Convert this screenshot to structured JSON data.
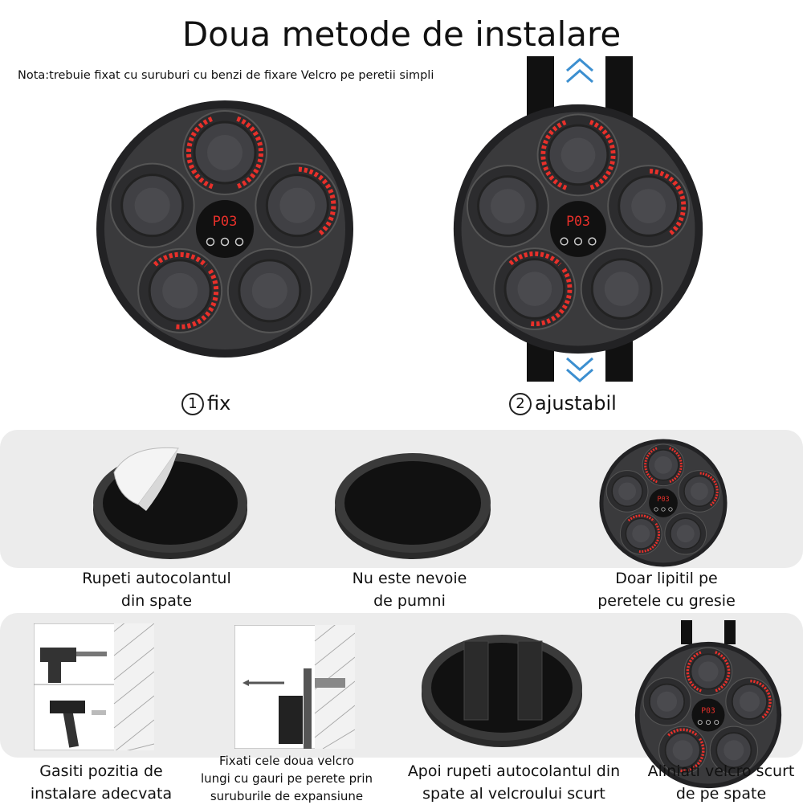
{
  "title": "Doua metode de instalare",
  "note": "Nota:trebuie fixat cu suruburi cu benzi de fixare  Velcro pe peretii simpli",
  "display_text": "P03",
  "methods": [
    {
      "number": "1",
      "label": "fix"
    },
    {
      "number": "2",
      "label": "ajustabil"
    }
  ],
  "row1": [
    {
      "line1": "Rupeti autocolantul",
      "line2": "din spate"
    },
    {
      "line1": "Nu este nevoie",
      "line2": "de pumni"
    },
    {
      "line1": "Doar lipitil pe",
      "line2": "peretele cu gresie"
    }
  ],
  "row2": [
    {
      "line1": "Gasiti pozitia de",
      "line2": "instalare adecvata"
    },
    {
      "line1": "Fixati cele doua velcro",
      "line2": "lungi cu gauri pe perete prin",
      "line3": "suruburile de expansiune"
    },
    {
      "line1": "Apoi rupeti autocolantul din",
      "line2": "spate al velcroului scurt"
    },
    {
      "line1": "Aliniati velcro scurt",
      "line2": "de pe spate"
    }
  ],
  "colors": {
    "body": "#3a3a3c",
    "dark": "#222224",
    "led": "#e8302a",
    "band": "#ececec",
    "arrow": "#3c8fd0"
  }
}
